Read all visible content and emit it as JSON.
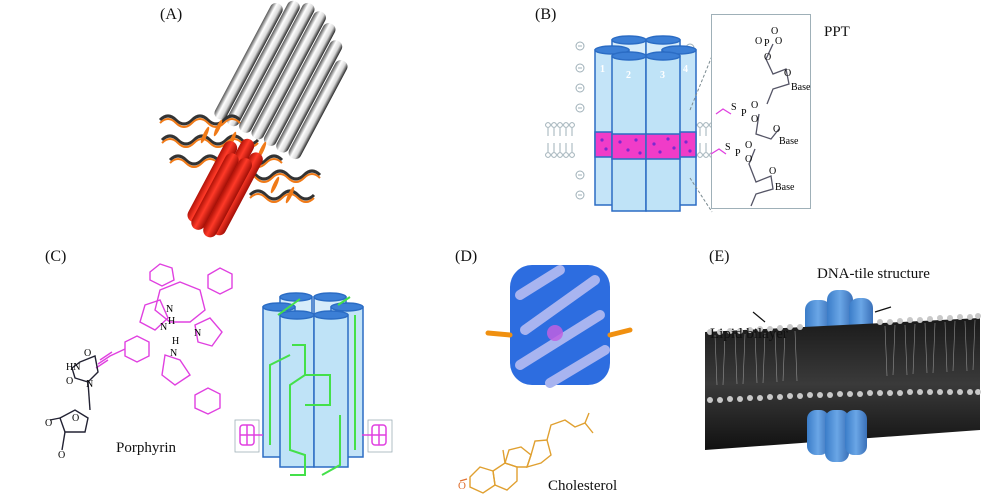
{
  "figure": {
    "panels": [
      {
        "id": "A",
        "label": "(A)"
      },
      {
        "id": "B",
        "label": "(B)",
        "helix_numbers": [
          "1",
          "2",
          "3",
          "4"
        ],
        "inset_title": "PPT",
        "chemistry": {
          "phosphate_atoms": [
            "O",
            "P",
            "O",
            "O",
            "O"
          ],
          "thio_atoms": [
            "S",
            "P",
            "O",
            "O"
          ],
          "sugar_O": "O",
          "base": "Base"
        }
      },
      {
        "id": "C",
        "label": "(C)",
        "molecule_label": "Porphyrin",
        "atoms": {
          "N": "N",
          "H": "H",
          "HN": "HN",
          "O": "O"
        }
      },
      {
        "id": "D",
        "label": "(D)",
        "molecule_label": "Cholesterol",
        "atom_O": "O"
      },
      {
        "id": "E",
        "label": "(E)",
        "annotations": [
          "DNA-tile structure",
          "Lipid bilayer"
        ]
      }
    ],
    "colors": {
      "helix_blue": "#bfe3f7",
      "helix_stroke": "#2b6cc4",
      "membrane_band": "#f03cc8",
      "porphyrin": "#e040e0",
      "dna_strand_green": "#44e04a",
      "cholesterol": "#e0a030",
      "protein_blue": "#2d6de0",
      "protein_light": "#a8b4f0",
      "tile_blue": "#4a8fd8",
      "red_bundle": "#ee2a1e",
      "orange_dna": "#f07a18"
    }
  }
}
